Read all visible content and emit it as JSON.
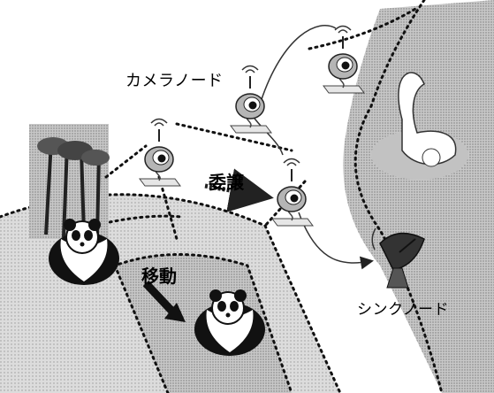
{
  "labels": {
    "camera_node": "カメラノード",
    "delegate": "委譲",
    "move": "移動",
    "sink_node": "シンクノード"
  },
  "icons": [
    "camera-node-icon",
    "satellite-dish-icon",
    "panda-icon",
    "bamboo-forest-icon",
    "swan-icon"
  ],
  "colors": {
    "region_fill": "#d6d6d6",
    "lake_fill": "#bdbdbd",
    "stroke": "#111111"
  }
}
